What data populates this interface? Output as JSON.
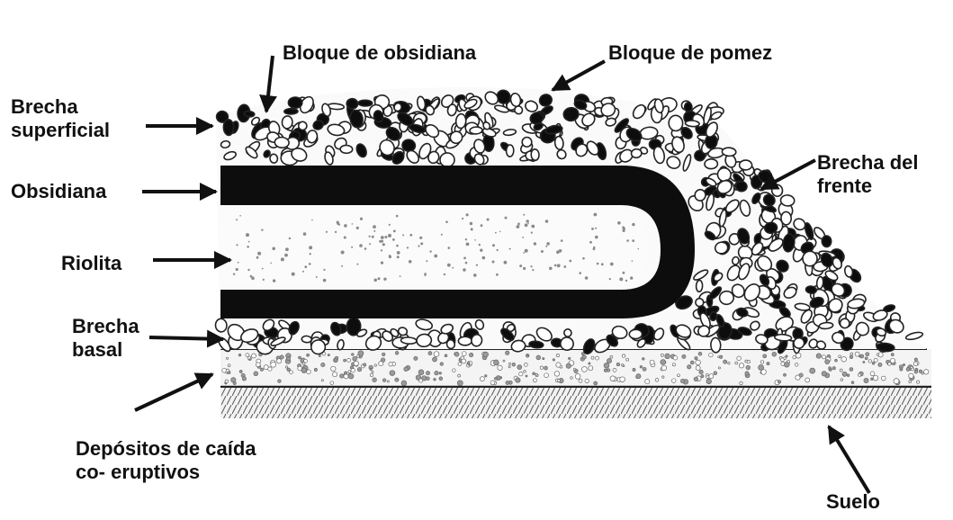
{
  "labels": {
    "bloque_obsidiana": "Bloque de obsidiana",
    "bloque_pomez": "Bloque de pomez",
    "brecha_superficial": [
      "Brecha",
      "superficial"
    ],
    "obsidiana": "Obsidiana",
    "riolita": "Riolita",
    "brecha_basal": [
      "Brecha",
      "basal"
    ],
    "depositos": [
      "Depósitos de caída",
      "co- eruptivos"
    ],
    "brecha_frente": [
      "Brecha del",
      "frente"
    ],
    "suelo": "Suelo"
  },
  "colors": {
    "ink": "#111111",
    "background": "#ffffff",
    "obsidian": "#0d0d0d",
    "rhyolite_dots": "#8a8a8a",
    "pumice_outline": "#222222"
  }
}
